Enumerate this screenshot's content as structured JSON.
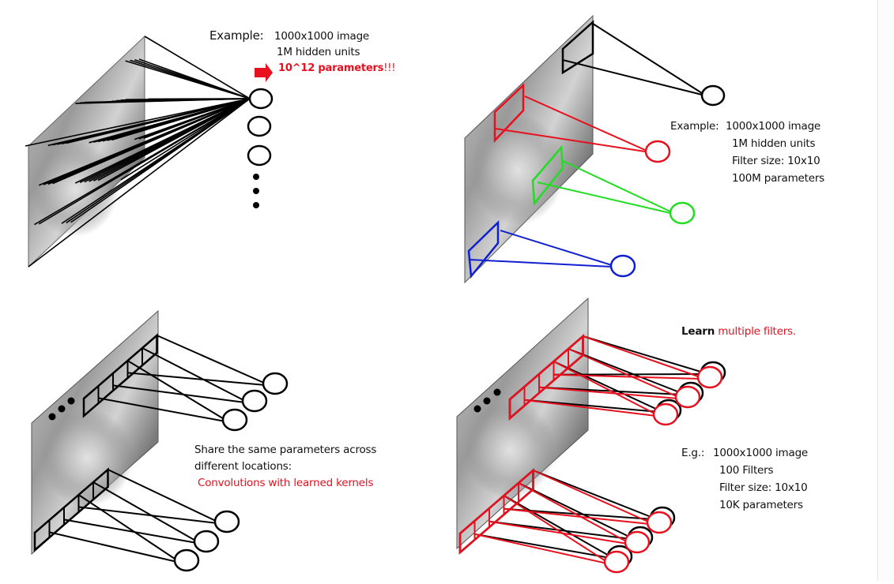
{
  "panels": {
    "fully_connected": {
      "example_label": "Example:",
      "lines": [
        "1000x1000 image",
        "1M hidden units"
      ],
      "result": "10^12 parameters",
      "result_suffix": "!!!",
      "hidden_units_shown": 3,
      "ellipsis_dots": 3
    },
    "locally_connected": {
      "example_label": "Example:",
      "lines": [
        "1000x1000 image",
        "1M hidden units",
        "Filter size: 10x10",
        "100M parameters"
      ],
      "filters": [
        {
          "name": "black",
          "color": "#000000"
        },
        {
          "name": "red",
          "color": "#e8101e"
        },
        {
          "name": "green",
          "color": "#22dd22"
        },
        {
          "name": "blue",
          "color": "#1020d0"
        }
      ]
    },
    "shared_weights": {
      "line1": "Share the same parameters across",
      "line2": "different locations:",
      "highlight": "Convolutions with learned kernels"
    },
    "multiple_filters": {
      "title_black": "Learn",
      "title_red": "multiple filters.",
      "example_label": "E.g.:",
      "lines": [
        "1000x1000 image",
        "100 Filters",
        "Filter size: 10x10",
        "10K parameters"
      ]
    }
  },
  "colors": {
    "black": "#000000",
    "red": "#e8101e",
    "green": "#22dd22",
    "blue": "#1020d0",
    "image_gray": "#8a8a8a"
  }
}
